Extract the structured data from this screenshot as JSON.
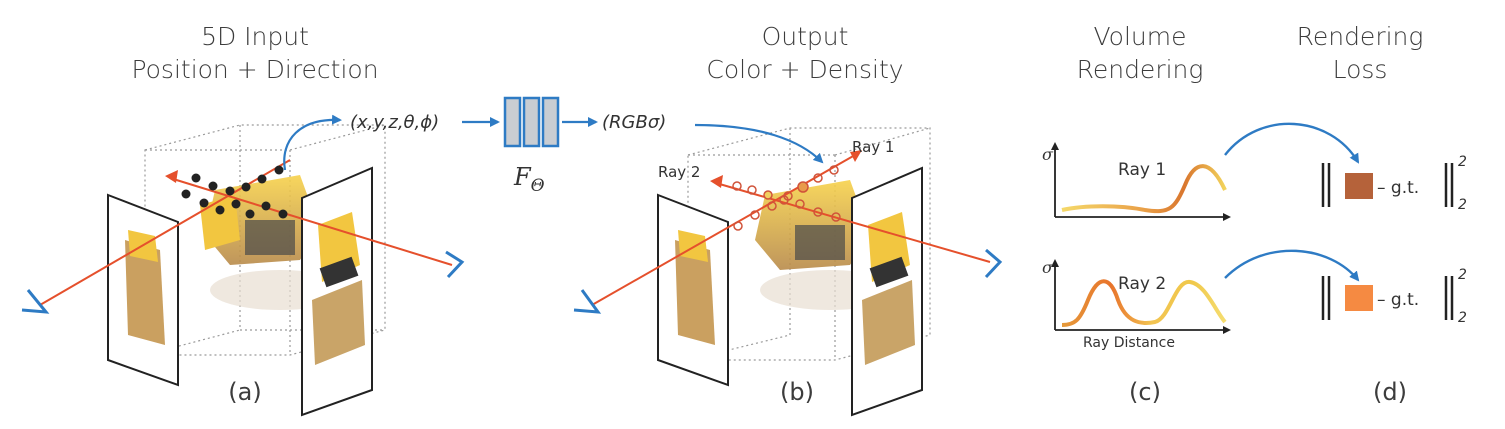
{
  "panels": [
    {
      "title_line1": "5D Input",
      "title_line2": "Position + Direction",
      "sublabel": "(a)"
    },
    {
      "title_line1": "Output",
      "title_line2": "Color + Density",
      "sublabel": "(b)"
    },
    {
      "title_line1": "Volume",
      "title_line2": "Rendering",
      "sublabel": "(c)"
    },
    {
      "title_line1": "Rendering",
      "title_line2": "Loss",
      "sublabel": "(d)"
    }
  ],
  "input_tuple": "(x,y,z,θ,ϕ)",
  "network_label": "F",
  "network_subscript": "Θ",
  "output_tuple": "(RGBσ)",
  "rays": {
    "ray1": "Ray 1",
    "ray2": "Ray 2"
  },
  "plot": {
    "ylabel": "σ",
    "xlabel": "Ray Distance"
  },
  "loss": {
    "gt": "– g.t.",
    "exponent": "2",
    "subscript": "2"
  },
  "colors": {
    "arrow_blue": "#2e7bc4",
    "ray_red": "#e5502c",
    "ray1_swatch": "#b5623a",
    "ray2_swatch": "#f58a42",
    "curve_start": "#f5d96a",
    "curve_peak": "#d9762e"
  }
}
